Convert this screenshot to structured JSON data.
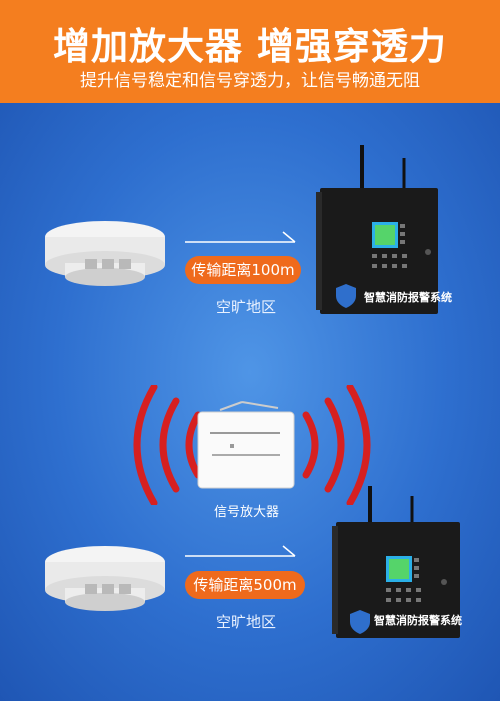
{
  "banner": {
    "title": "增加放大器 增强穿透力",
    "subtitle": "提升信号稳定和信号穿透力，让信号畅通无阻"
  },
  "scene_top": {
    "distance_label": "传输距离100m",
    "area_label": "空旷地区",
    "panel_label": "智慧消防报警系统"
  },
  "amplifier": {
    "label": "信号放大器"
  },
  "scene_bottom": {
    "distance_label": "传输距离500m",
    "area_label": "空旷地区",
    "panel_label": "智慧消防报警系统"
  },
  "colors": {
    "banner": "#f47e1f",
    "background": "#2f6fcc",
    "pill": "#ef6a1c",
    "signal_wave": "#d62020",
    "panel": "#1a1a1a"
  }
}
